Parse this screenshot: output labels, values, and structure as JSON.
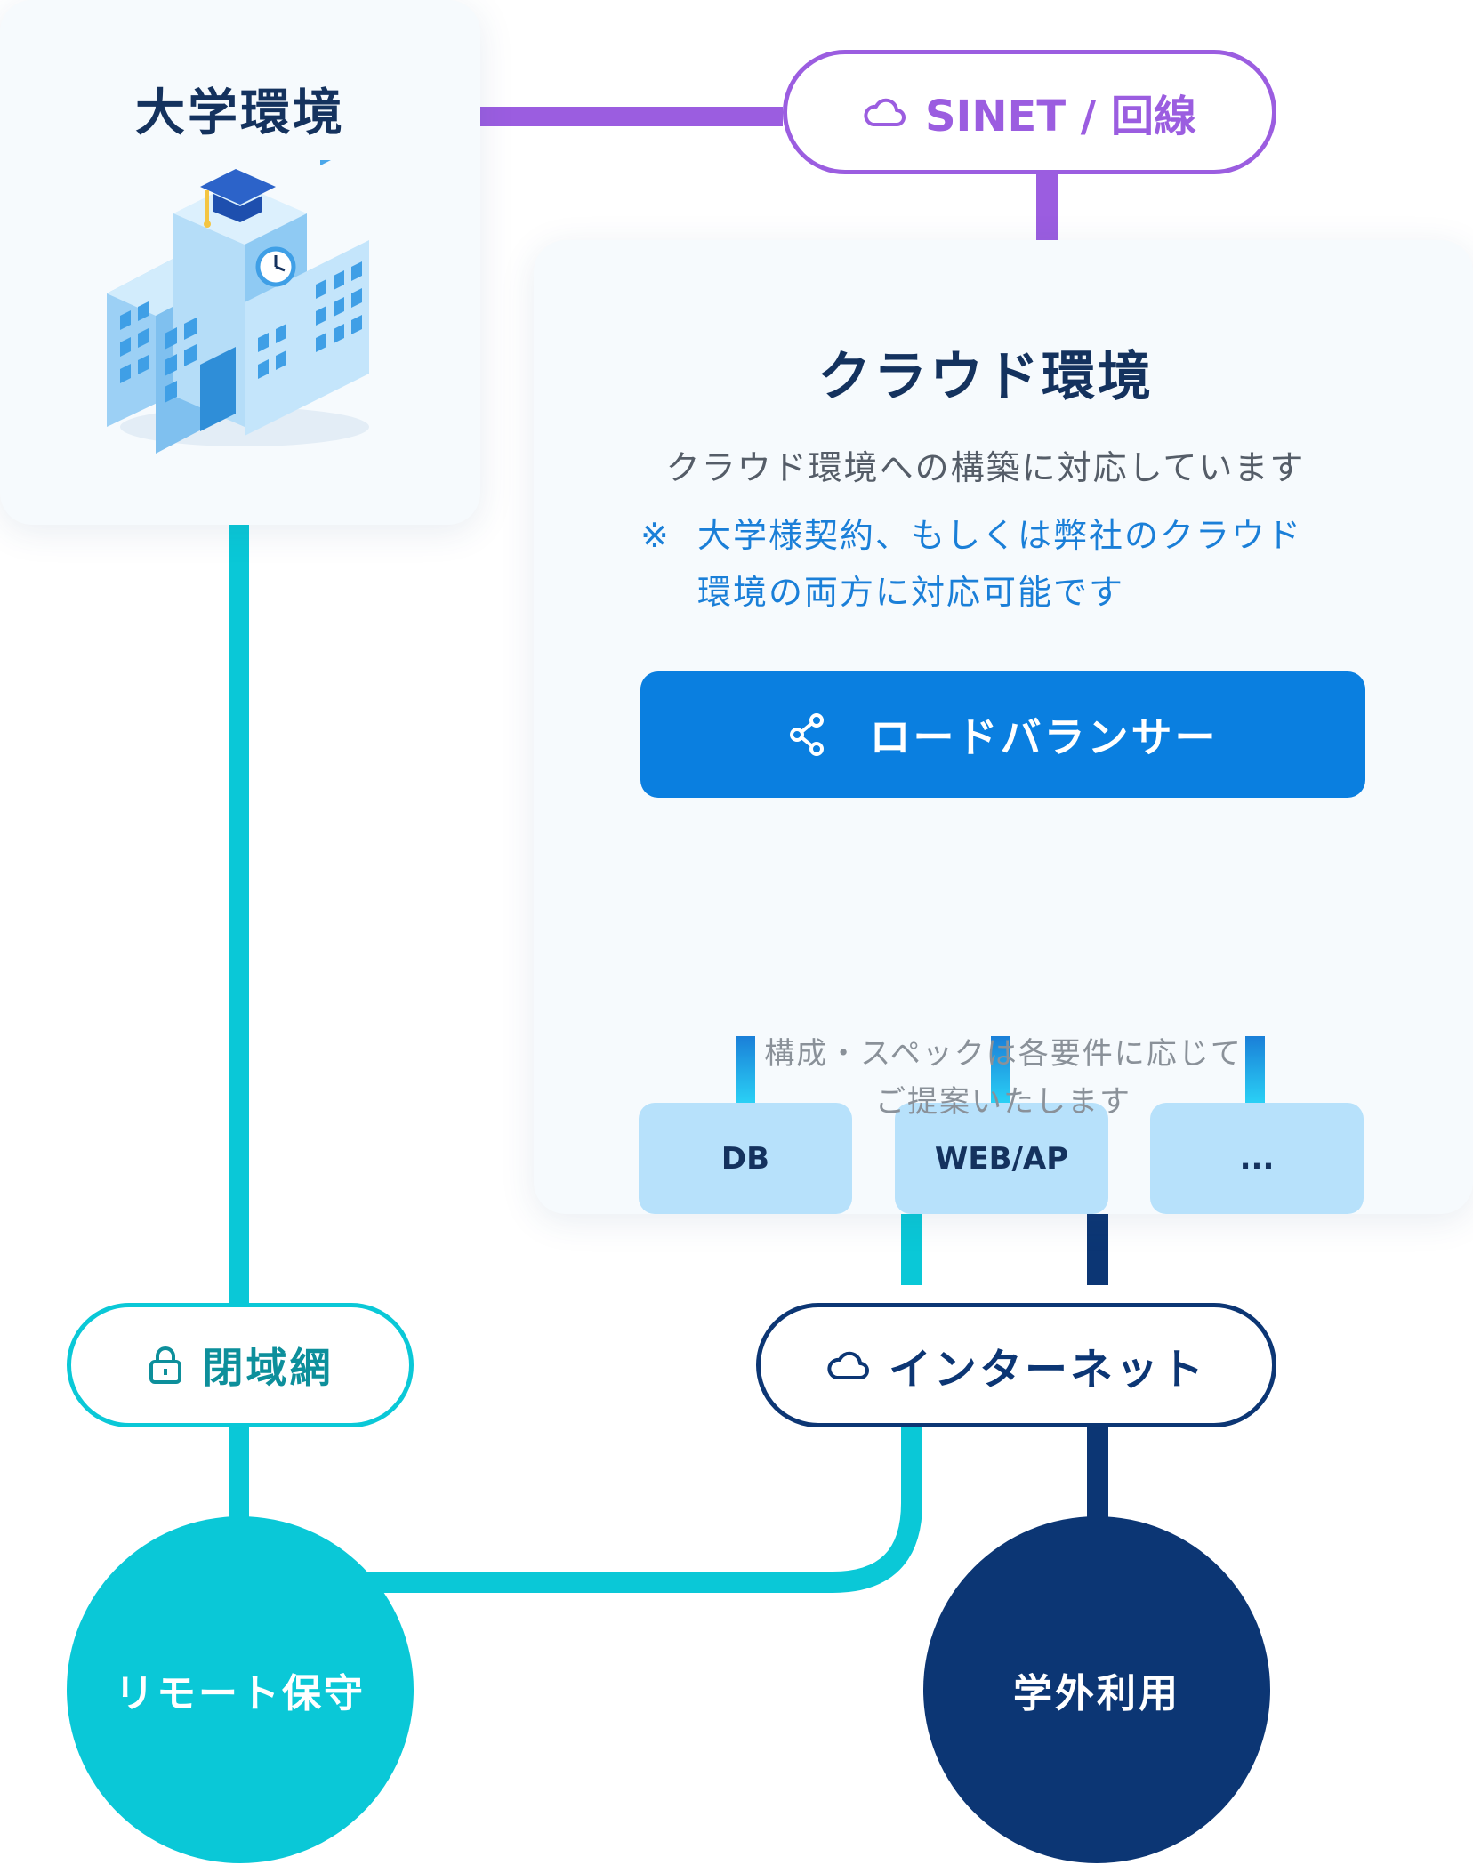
{
  "campus": {
    "title": "大学環境"
  },
  "sinet": {
    "label": "SINET / 回線"
  },
  "cloud": {
    "title": "クラウド環境",
    "description": "クラウド環境への構築に対応しています",
    "note_mark": "※",
    "note_line1": "大学様契約、もしくは弊社のクラウド",
    "note_line2": "環境の両方に対応可能です",
    "load_balancer": "ロードバランサー",
    "servers": [
      "DB",
      "WEB/AP",
      "..."
    ],
    "footnote_line1": "構成・スペックは各要件に応じて",
    "footnote_line2": "ご提案いたします"
  },
  "closed_network": {
    "label": "閉域網"
  },
  "internet": {
    "label": "インターネット"
  },
  "remote": {
    "label": "リモート保守"
  },
  "external": {
    "label": "学外利用"
  },
  "colors": {
    "purple": "#9b5de0",
    "teal": "#0ac8d7",
    "navy": "#0c3674",
    "blue": "#0a7fe0",
    "light_blue": "#b7e1fb",
    "dark_text": "#14325e"
  },
  "icons": {
    "building": "university-building-icon",
    "sinet": "cloud-icon",
    "load_balancer": "share-icon",
    "closed_network": "lock-icon",
    "internet": "cloud-icon"
  }
}
